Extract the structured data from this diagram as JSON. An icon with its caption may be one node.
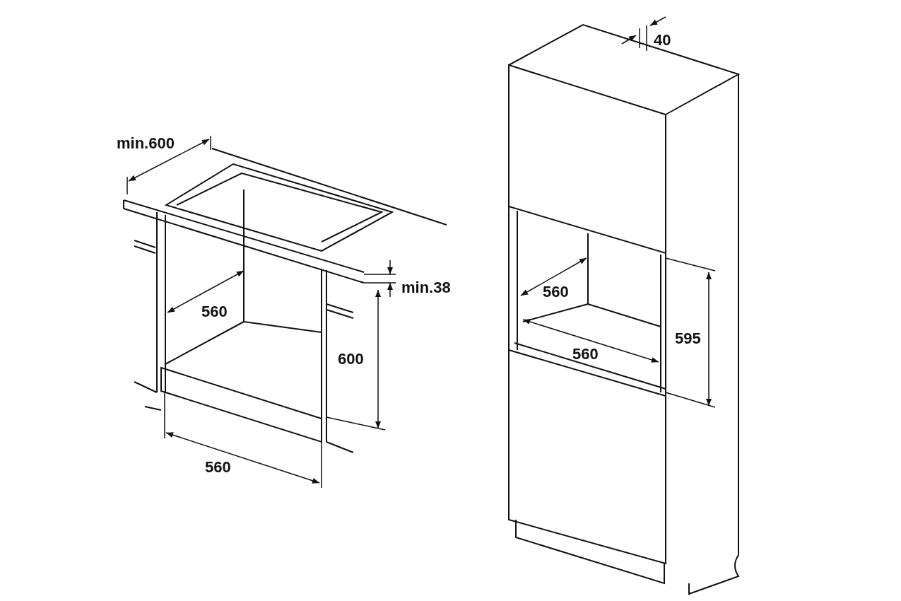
{
  "diagram": {
    "labels": [
      "min.600",
      "min.38",
      "560",
      "600",
      "560",
      "40",
      "560",
      "595",
      "560"
    ]
  }
}
